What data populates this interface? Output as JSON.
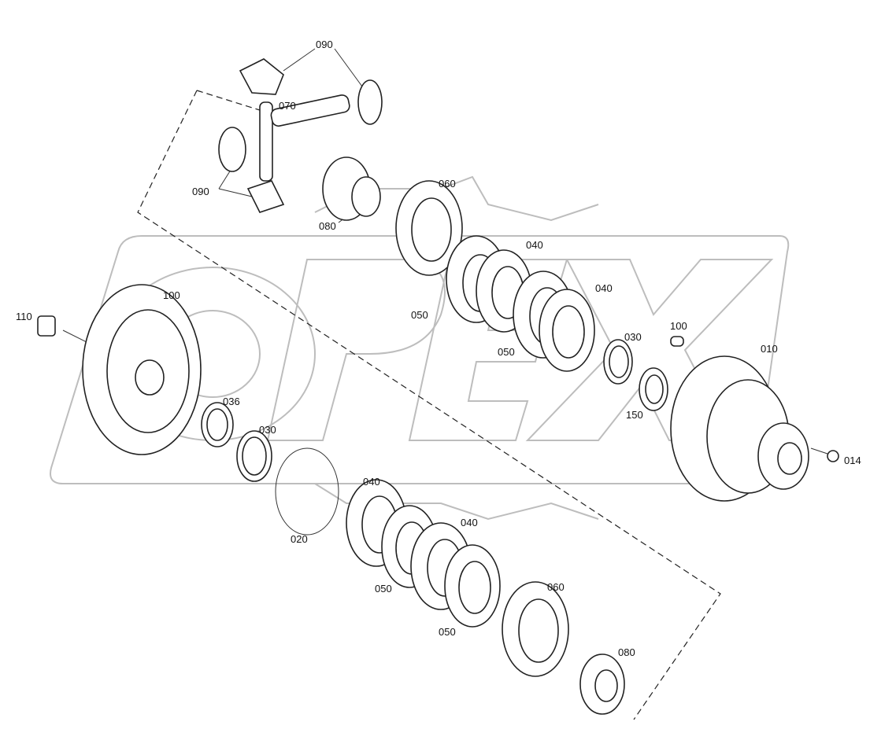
{
  "watermark": "OPEX",
  "callouts": [
    "090",
    "070",
    "090",
    "080",
    "060",
    "040",
    "040",
    "050",
    "050",
    "030",
    "100",
    "010",
    "150",
    "014",
    "110",
    "100",
    "036",
    "030",
    "020",
    "040",
    "040",
    "050",
    "050",
    "060",
    "080"
  ],
  "colors": {
    "line": "#222222",
    "watermark": "#bdbdbd",
    "background": "#ffffff"
  }
}
